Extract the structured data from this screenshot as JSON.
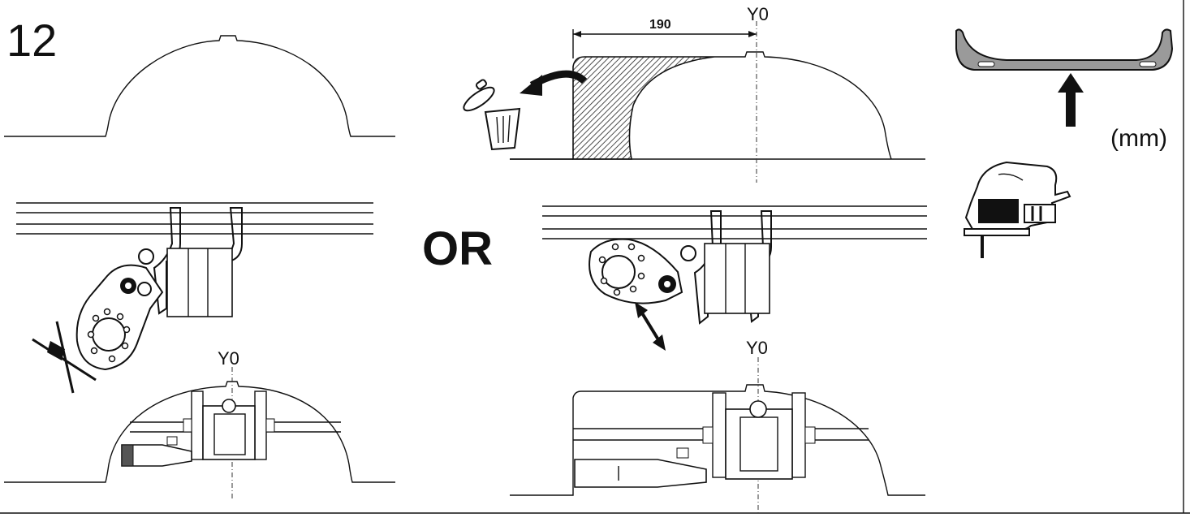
{
  "step_number": "12",
  "alternative_label": "OR",
  "unit_label": "(mm)",
  "dimension": {
    "value": "190"
  },
  "reference_axis_label": "Y0",
  "icons": [
    "bumper-cutout-icon",
    "trash-bin-icon",
    "jigsaw-icon",
    "arrow-up-icon",
    "curved-arrow-icon",
    "double-arrow-icon",
    "crossed-out-icon",
    "tow-hook-bracket-icon"
  ],
  "colors": {
    "line": "#111111",
    "bumper_fill": "#9a9a9a",
    "hatch": "#222222"
  }
}
